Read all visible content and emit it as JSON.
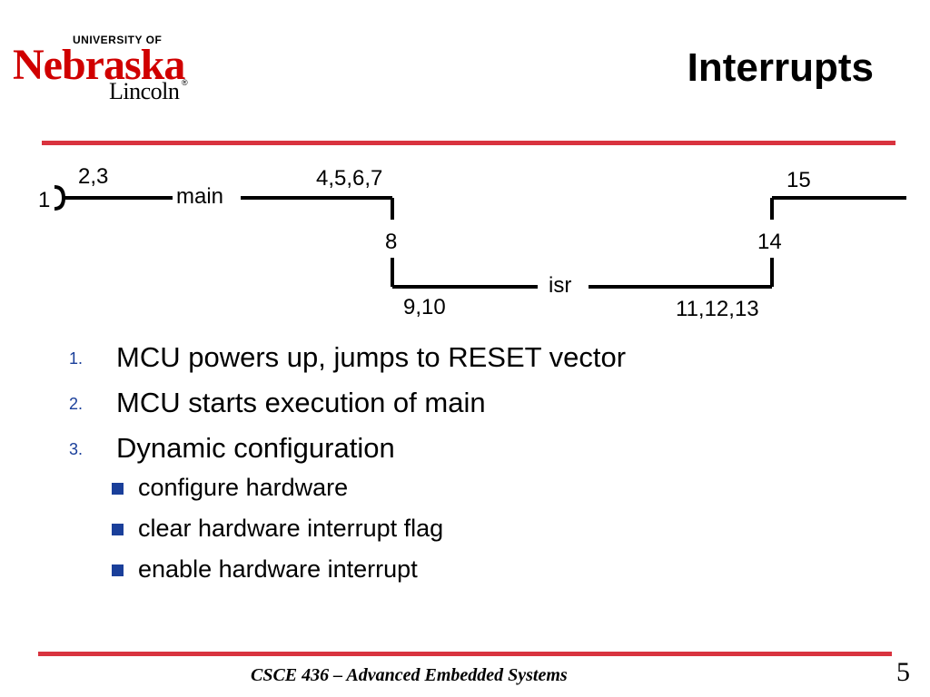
{
  "logo": {
    "university_of": "UNIVERSITY OF",
    "nebraska": "Nebraska",
    "lincoln": "Lincoln",
    "registered": "®"
  },
  "slide": {
    "title": "Interrupts",
    "page_number": "5",
    "footer": "CSCE 436 – Advanced Embedded Systems"
  },
  "diagram": {
    "labels": {
      "start": "1",
      "start_steps": "2,3",
      "main": "main",
      "before_interrupt": "4,5,6,7",
      "enter_isr": "8",
      "isr_start": "9,10",
      "isr": "isr",
      "isr_end": "11,12,13",
      "return": "14",
      "after_return": "15"
    }
  },
  "steps": [
    {
      "number": "1.",
      "text": "MCU powers up, jumps to RESET vector"
    },
    {
      "number": "2.",
      "text": "MCU starts execution of main"
    },
    {
      "number": "3.",
      "text": "Dynamic configuration"
    }
  ],
  "substeps": [
    {
      "text": "configure hardware"
    },
    {
      "text": "clear hardware interrupt flag"
    },
    {
      "text": "enable hardware interrupt"
    }
  ],
  "colors": {
    "accent_red": "#d9333f",
    "logo_red": "#d00000",
    "number_blue": "#1a3f9a"
  }
}
